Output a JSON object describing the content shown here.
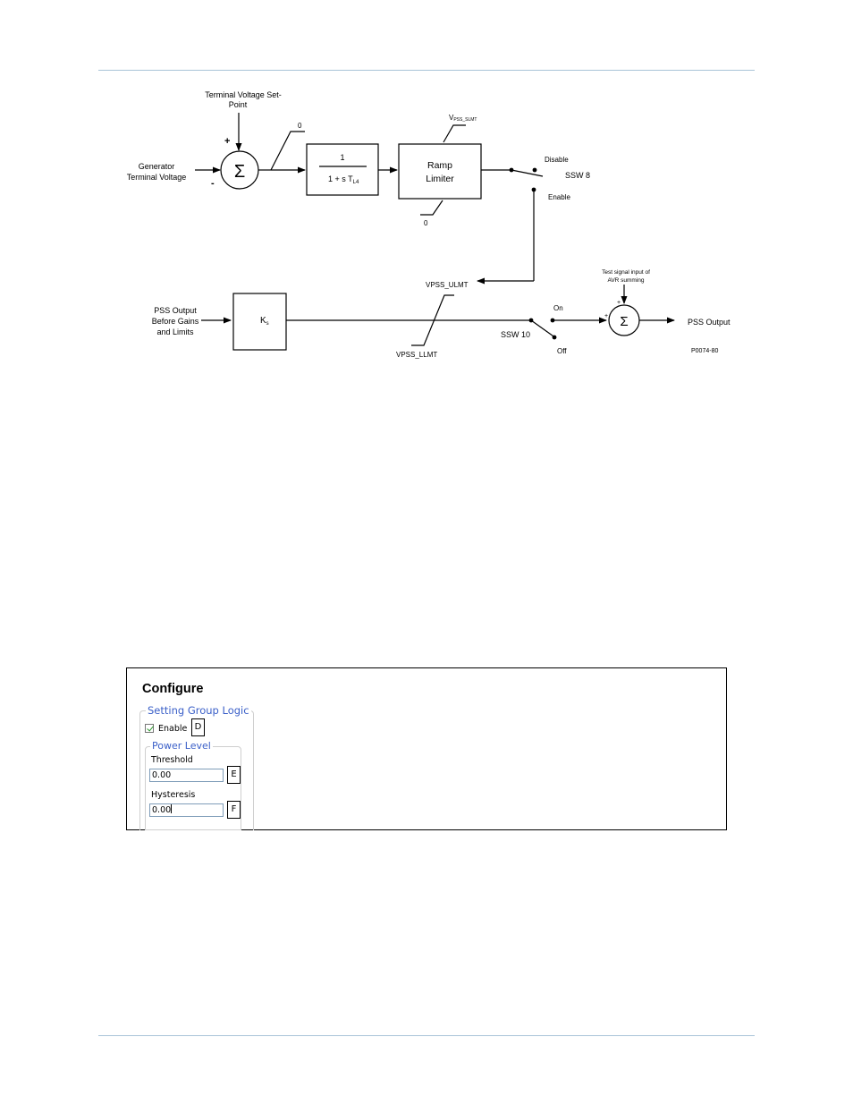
{
  "diagram": {
    "setpoint_label": [
      "Terminal Voltage Set-",
      "Point"
    ],
    "generator_label": [
      "Generator",
      "Terminal Voltage"
    ],
    "plus_sign": "+",
    "minus_sign": "-",
    "sigma": "Σ",
    "limiter_zero_top": "0",
    "filter_numerator": "1",
    "filter_denominator": "1 + s T",
    "filter_subscript": "L4",
    "ramp_label": [
      "Ramp",
      "Limiter"
    ],
    "vpss_slmt_main": "V",
    "vpss_slmt_sub": "PSS_SLMT",
    "ramp_zero_bottom": "0",
    "disable_label": "Disable",
    "ssw8_label": "SSW 8",
    "enable_label": "Enable",
    "pss_input_label": [
      "PSS Output",
      "Before Gains",
      "and Limits"
    ],
    "ks_main": "K",
    "ks_sub": "s",
    "ulmt_label": "VPSS_ULMT",
    "llmt_label": "VPSS_LLMT",
    "ssw10_label": "SSW 10",
    "on_label": "On",
    "off_label": "Off",
    "test_signal_label": [
      "Test signal input of",
      "AVR summing"
    ],
    "pss_output_label": "PSS Output",
    "figure_code": "P0074-80"
  },
  "configure": {
    "title": "Configure",
    "setting_group_legend": "Setting Group Logic",
    "enable_label": "Enable",
    "enable_checked": true,
    "callout_d": "D",
    "power_level_legend": "Power Level",
    "threshold_label": "Threshold",
    "threshold_value": "0.00",
    "callout_e": "E",
    "hysteresis_label": "Hysteresis",
    "hysteresis_value": "0.00",
    "callout_f": "F"
  },
  "colors": {
    "rule": "#a9c4d8",
    "legend_text": "#3a5fc8",
    "check": "#2e9a2e"
  }
}
